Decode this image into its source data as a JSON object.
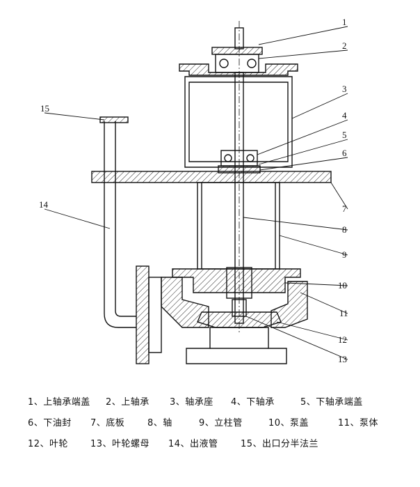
{
  "callouts": [
    "1",
    "2",
    "3",
    "4",
    "5",
    "6",
    "7",
    "8",
    "9",
    "10",
    "11",
    "12",
    "13",
    "14",
    "15"
  ],
  "legend": {
    "rows": [
      [
        "1、上轴承端盖",
        "2、上轴承",
        "3、轴承座",
        "4、下轴承",
        "5、下轴承端盖"
      ],
      [
        "6、下油封",
        "7、底板",
        "8、轴",
        "9、立柱管",
        "10、泵盖",
        "11、泵体"
      ],
      [
        "12、叶轮",
        "13、叶轮螺母",
        "14、出液管",
        "15、出口分半法兰"
      ]
    ]
  }
}
